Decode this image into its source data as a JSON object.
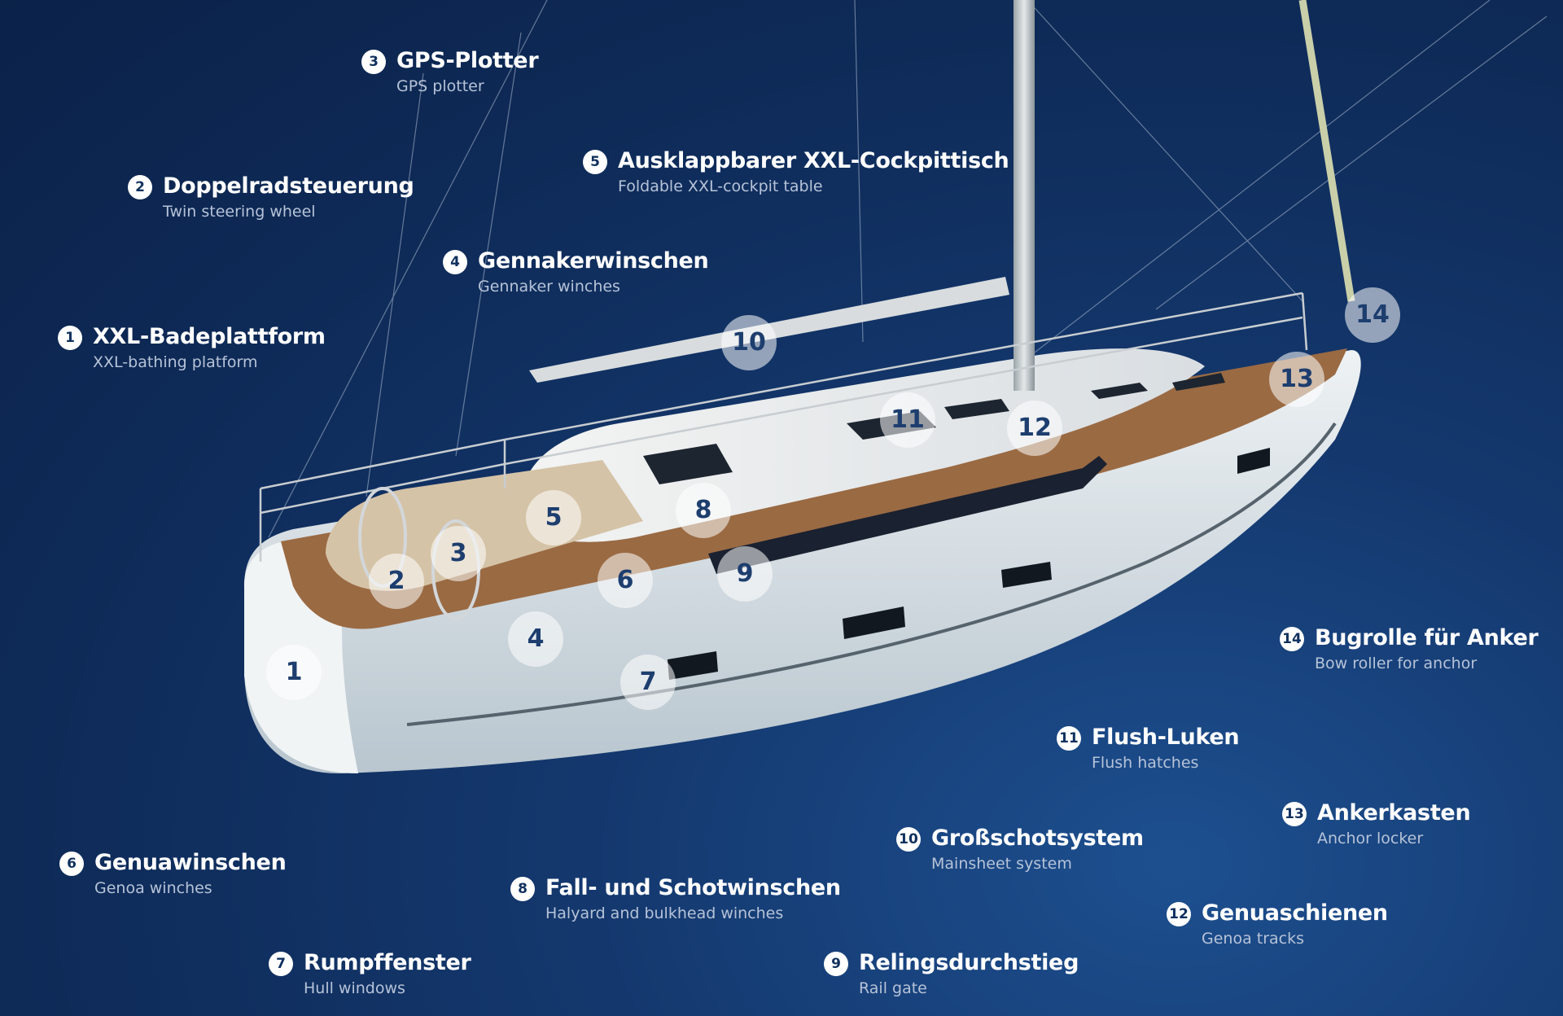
{
  "features": [
    {
      "num": "1",
      "de": "XXL-Badeplattform",
      "en": "XXL-bathing platform"
    },
    {
      "num": "2",
      "de": "Doppelradsteuerung",
      "en": "Twin steering wheel"
    },
    {
      "num": "3",
      "de": "GPS-Plotter",
      "en": "GPS plotter"
    },
    {
      "num": "4",
      "de": "Gennakerwinschen",
      "en": "Gennaker winches"
    },
    {
      "num": "5",
      "de": "Ausklappbarer XXL-Cockpittisch",
      "en": "Foldable XXL-cockpit table"
    },
    {
      "num": "6",
      "de": "Genuawinschen",
      "en": "Genoa winches"
    },
    {
      "num": "7",
      "de": "Rumpffenster",
      "en": "Hull windows"
    },
    {
      "num": "8",
      "de": "Fall- und Schotwinschen",
      "en": "Halyard and bulkhead winches"
    },
    {
      "num": "9",
      "de": "Relingsdurchstieg",
      "en": "Rail gate"
    },
    {
      "num": "10",
      "de": "Großschotsystem",
      "en": "Mainsheet system"
    },
    {
      "num": "11",
      "de": "Flush-Luken",
      "en": "Flush hatches"
    },
    {
      "num": "12",
      "de": "Genuaschienen",
      "en": "Genoa tracks"
    },
    {
      "num": "13",
      "de": "Ankerkasten",
      "en": "Anchor locker"
    },
    {
      "num": "14",
      "de": "Bugrolle für Anker",
      "en": "Bow roller for anchor"
    }
  ],
  "markers": [
    "1",
    "2",
    "3",
    "4",
    "5",
    "6",
    "7",
    "8",
    "9",
    "10",
    "11",
    "12",
    "13",
    "14"
  ],
  "colors": {
    "background": "#0e2a57",
    "accent_text": "#b6c3d8",
    "hull": "#dfe6ea",
    "deck_teak": "#9a6a43"
  }
}
